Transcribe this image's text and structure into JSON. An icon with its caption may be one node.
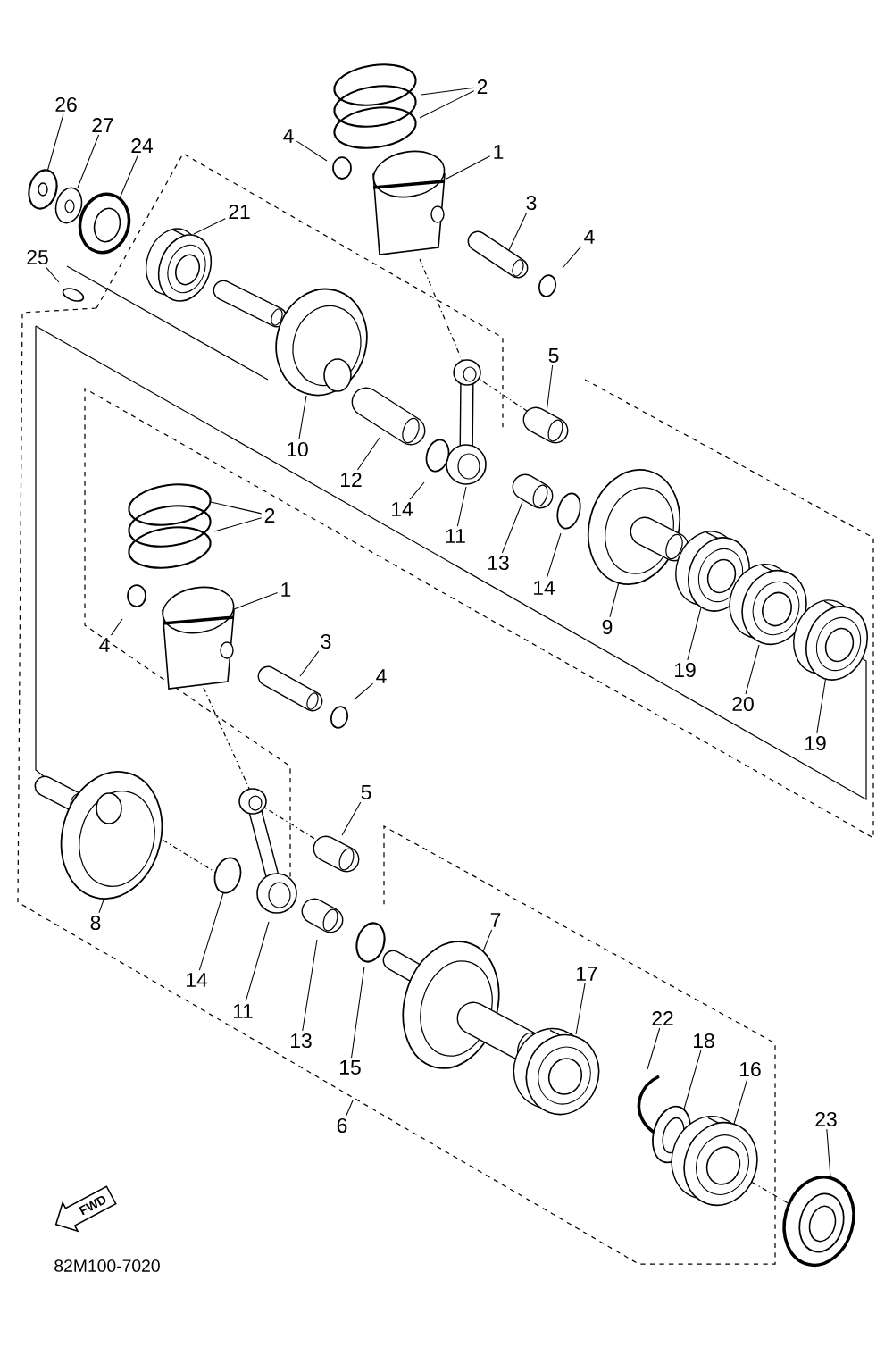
{
  "diagram": {
    "nodes": [
      {
        "text": [
          "2"
        ]
      },
      {
        "text": [
          "26"
        ]
      },
      {
        "text": [
          "27"
        ]
      },
      {
        "text": [
          "4"
        ]
      },
      {
        "text": [
          "24"
        ]
      },
      {
        "text": [
          "1"
        ]
      },
      {
        "text": [
          "3"
        ]
      },
      {
        "text": [
          "21"
        ]
      },
      {
        "text": [
          "4"
        ]
      },
      {
        "text": [
          "25"
        ]
      },
      {
        "text": [
          "5"
        ]
      },
      {
        "text": [
          "10"
        ]
      },
      {
        "text": [
          "12"
        ]
      },
      {
        "text": [
          "14"
        ]
      },
      {
        "text": [
          "11"
        ]
      },
      {
        "text": [
          "2"
        ]
      },
      {
        "text": [
          "13"
        ]
      },
      {
        "text": [
          "14"
        ]
      },
      {
        "text": [
          "1"
        ]
      },
      {
        "text": [
          "9"
        ]
      },
      {
        "text": [
          "3"
        ]
      },
      {
        "text": [
          "4"
        ]
      },
      {
        "text": [
          "19"
        ]
      },
      {
        "text": [
          "4"
        ]
      },
      {
        "text": [
          "20"
        ]
      },
      {
        "text": [
          "19"
        ]
      },
      {
        "text": [
          "5"
        ]
      },
      {
        "text": [
          "8"
        ]
      },
      {
        "text": [
          "7"
        ]
      },
      {
        "text": [
          "17"
        ]
      },
      {
        "text": [
          "14"
        ]
      },
      {
        "text": [
          "11"
        ]
      },
      {
        "text": [
          "22"
        ]
      },
      {
        "text": [
          "13"
        ]
      },
      {
        "text": [
          "18"
        ]
      },
      {
        "text": [
          "15"
        ]
      },
      {
        "text": [
          "16"
        ]
      },
      {
        "text": [
          "23"
        ]
      },
      {
        "text": [
          "6"
        ]
      }
    ],
    "edges": [
      {
        "from": 0,
        "to": null,
        "arrow": "none"
      },
      {
        "from": 0,
        "to": null,
        "arrow": "none"
      },
      {
        "from": 1,
        "to": null,
        "arrow": "none"
      },
      {
        "from": 2,
        "to": null,
        "arrow": "none"
      },
      {
        "from": 3,
        "to": null,
        "arrow": "none"
      },
      {
        "from": 4,
        "to": null,
        "arrow": "none"
      },
      {
        "from": 5,
        "to": null,
        "arrow": "none"
      },
      {
        "from": 6,
        "to": null,
        "arrow": "none"
      },
      {
        "from": 7,
        "to": null,
        "arrow": "none"
      },
      {
        "from": 8,
        "to": null,
        "arrow": "none"
      },
      {
        "from": 9,
        "to": null,
        "arrow": "none"
      },
      {
        "from": 10,
        "to": null,
        "arrow": "none"
      },
      {
        "from": 11,
        "to": null,
        "arrow": "none"
      },
      {
        "from": 12,
        "to": null,
        "arrow": "none"
      },
      {
        "from": 13,
        "to": null,
        "arrow": "none"
      },
      {
        "from": 14,
        "to": null,
        "arrow": "none"
      },
      {
        "from": 15,
        "to": null,
        "arrow": "none"
      },
      {
        "from": 15,
        "to": null,
        "arrow": "none"
      },
      {
        "from": 16,
        "to": null,
        "arrow": "none"
      },
      {
        "from": 17,
        "to": null,
        "arrow": "none"
      },
      {
        "from": 18,
        "to": null,
        "arrow": "none"
      },
      {
        "from": 19,
        "to": null,
        "arrow": "none"
      },
      {
        "from": 20,
        "to": null,
        "arrow": "none"
      },
      {
        "from": 21,
        "to": null,
        "arrow": "none"
      },
      {
        "from": 22,
        "to": null,
        "arrow": "none"
      },
      {
        "from": 23,
        "to": null,
        "arrow": "none"
      },
      {
        "from": 24,
        "to": null,
        "arrow": "none"
      },
      {
        "from": 25,
        "to": null,
        "arrow": "none"
      },
      {
        "from": 26,
        "to": null,
        "arrow": "none"
      },
      {
        "from": 27,
        "to": null,
        "arrow": "none"
      },
      {
        "from": 28,
        "to": null,
        "arrow": "none"
      },
      {
        "from": 29,
        "to": null,
        "arrow": "none"
      },
      {
        "from": 30,
        "to": null,
        "arrow": "none"
      },
      {
        "from": 31,
        "to": null,
        "arrow": "none"
      },
      {
        "from": 32,
        "to": null,
        "arrow": "none"
      },
      {
        "from": 33,
        "to": null,
        "arrow": "none"
      },
      {
        "from": 34,
        "to": null,
        "arrow": "none"
      },
      {
        "from": 35,
        "to": null,
        "arrow": "none"
      },
      {
        "from": 36,
        "to": null,
        "arrow": "none"
      },
      {
        "from": 37,
        "to": null,
        "arrow": "none"
      },
      {
        "from": 38,
        "to": null,
        "arrow": "none"
      }
    ],
    "labels": [
      "FWD",
      "82M100-7020"
    ]
  }
}
